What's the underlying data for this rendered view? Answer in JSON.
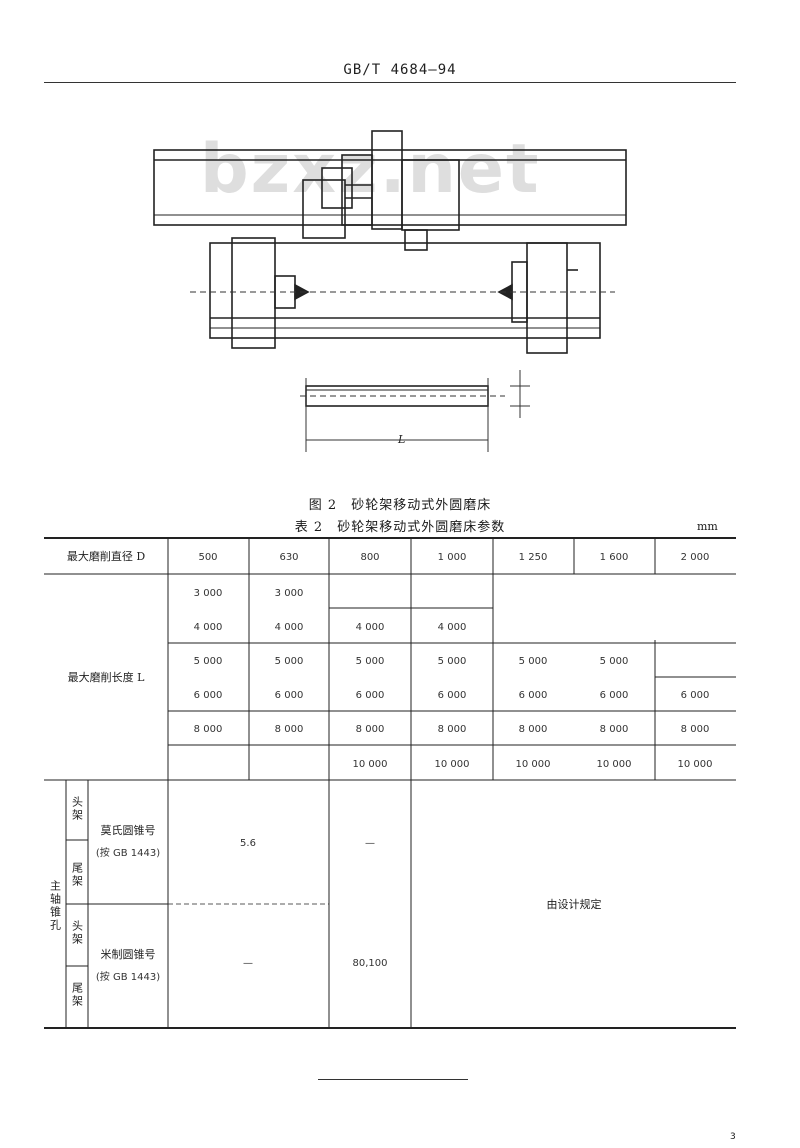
{
  "header": {
    "code": "GB/T 4684—94"
  },
  "watermark": "bzxz.net",
  "figure": {
    "dimension_label": "L",
    "caption": "图 2　砂轮架移动式外圆磨床"
  },
  "table": {
    "caption": "表 2　砂轮架移动式外圆磨床参数",
    "unit": "mm",
    "row_label_D": "最大磨削直径 D",
    "D_values": [
      "500",
      "630",
      "800",
      "1 000",
      "1 250",
      "1 600",
      "2 000"
    ],
    "row_label_L": "最大磨削长度 L",
    "L_rows": [
      [
        "3 000",
        "3 000"
      ],
      [
        "4 000",
        "4 000",
        "4 000",
        "4 000"
      ],
      [
        "5 000",
        "5 000",
        "5 000",
        "5 000",
        "5 000",
        "5 000"
      ],
      [
        "6 000",
        "6 000",
        "6 000",
        "6 000",
        "6 000",
        "6 000",
        "6 000"
      ],
      [
        "8 000",
        "8 000",
        "8 000",
        "8 000",
        "8 000",
        "8 000",
        "8 000"
      ],
      [
        "10 000",
        "10 000",
        "10 000",
        "10 000",
        "10 000"
      ]
    ],
    "spindle_group_label": "主轴锥孔",
    "sub_labels": {
      "headstock": "头架",
      "tailstock": "尾架"
    },
    "morse_label": "莫氏圆锥号",
    "morse_std": "(按 GB 1443)",
    "metric_label": "米制圆锥号",
    "metric_std": "(按 GB 1443)",
    "morse_value": "5.6",
    "morse_dash": "—",
    "metric_dash": "—",
    "metric_value": "80,100",
    "by_design": "由设计规定"
  },
  "page_number": "3"
}
